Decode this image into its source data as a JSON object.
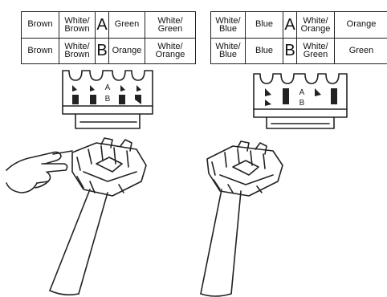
{
  "left_table": {
    "rows": [
      {
        "col1": "Brown",
        "col2a": "White/",
        "col2b": "Brown",
        "letter": "A",
        "col3": "Green",
        "col4a": "White/",
        "col4b": "Green"
      },
      {
        "col1": "Brown",
        "col2a": "White/",
        "col2b": "Brown",
        "letter": "B",
        "col3": "Orange",
        "col4a": "White/",
        "col4b": "Orange"
      }
    ]
  },
  "right_table": {
    "rows": [
      {
        "col1a": "White/",
        "col1b": "Blue",
        "col2": "Blue",
        "letter": "A",
        "col3a": "White/",
        "col3b": "Orange",
        "col4": "Orange"
      },
      {
        "col1a": "White/",
        "col1b": "Blue",
        "col2": "Blue",
        "letter": "B",
        "col3a": "White/",
        "col3b": "Green",
        "col4": "Green"
      }
    ]
  },
  "connector_labels": {
    "left": {
      "a": "A",
      "b": "B"
    },
    "right": {
      "a": "A",
      "b": "B"
    }
  },
  "colors": {
    "line": "#222222",
    "background": "#ffffff"
  }
}
